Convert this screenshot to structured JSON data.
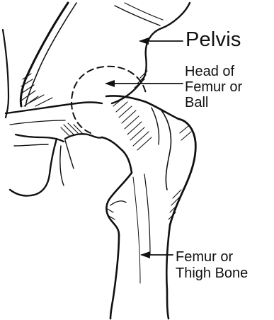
{
  "labels": {
    "pelvis": "Pelvis",
    "head_of_femur": [
      "Head of",
      "Femur or",
      "Ball"
    ],
    "femur": [
      "Femur or",
      "Thigh Bone"
    ]
  },
  "colors": {
    "ink": "#111111",
    "background": "#ffffff"
  }
}
